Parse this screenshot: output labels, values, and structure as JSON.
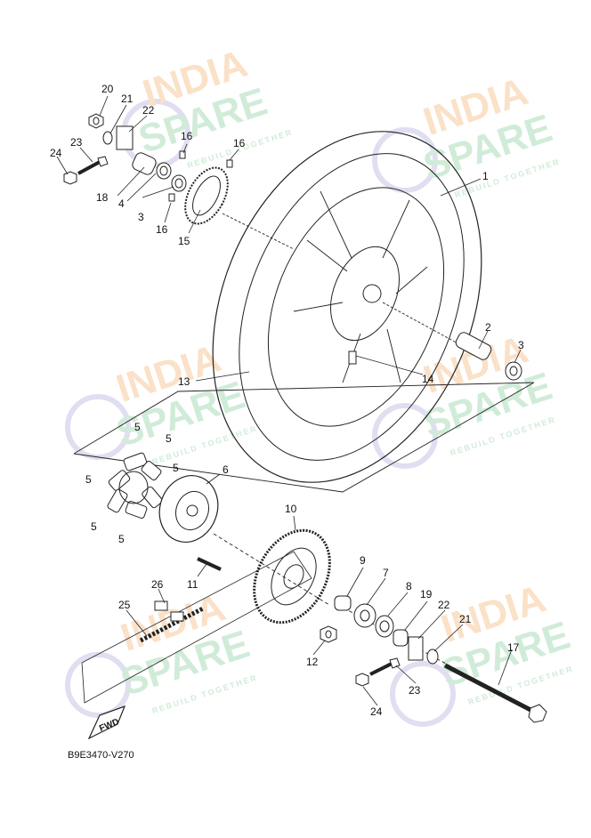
{
  "diagram_code": "B9E3470-V270",
  "direction_tag": "FWD",
  "watermark": {
    "line1": "INDIA",
    "line2": "SPARE",
    "tagline": "REBUILD TOGETHER",
    "colors": {
      "india": "#f6c89a",
      "spare": "#a9dcb9",
      "icon": "#c9c3e6"
    }
  },
  "callouts": {
    "c1": "1",
    "c2": "2",
    "c3a": "3",
    "c3b": "3",
    "c4": "4",
    "c5a": "5",
    "c5b": "5",
    "c5c": "5",
    "c5d": "5",
    "c5e": "5",
    "c5f": "5",
    "c6": "6",
    "c7": "7",
    "c8": "8",
    "c9": "9",
    "c10": "10",
    "c11": "11",
    "c12": "12",
    "c13": "13",
    "c14": "14",
    "c15": "15",
    "c16a": "16",
    "c16b": "16",
    "c16c": "16",
    "c17": "17",
    "c18": "18",
    "c19": "19",
    "c20": "20",
    "c21a": "21",
    "c21b": "21",
    "c22a": "22",
    "c22b": "22",
    "c23a": "23",
    "c23b": "23",
    "c24a": "24",
    "c24b": "24",
    "c25": "25",
    "c26": "26"
  }
}
